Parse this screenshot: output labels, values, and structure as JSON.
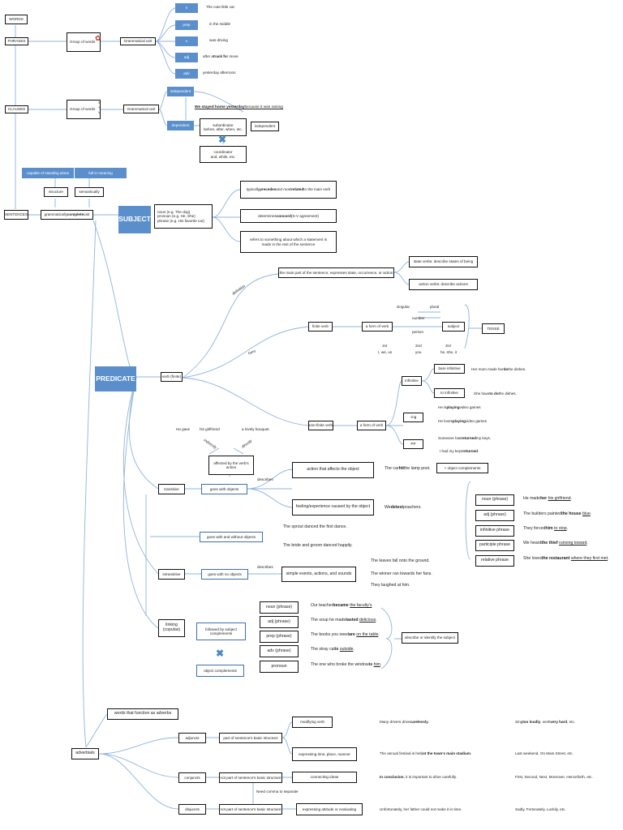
{
  "nodes": {
    "words": "WORDS",
    "phrases": "PHRASES",
    "clauses": "CLAUSES",
    "sentences": "SENTENCES",
    "group_of_words_1": "Group of words",
    "group_of_words_2": "Group of words",
    "grammatical_unit_1": "Grammatical unit",
    "grammatical_unit_2": "Grammatical unit",
    "pos_n": "n",
    "pos_prep": "prep",
    "pos_v": "v",
    "pos_adj": "adj",
    "pos_adv": "adv",
    "ex_n": "The cute little cat",
    "ex_prep": "in the middle",
    "ex_v": "was driving",
    "ex_adj_pre": "after a ",
    "ex_adj_bold": "track fo",
    "ex_adj_post": "r move",
    "ex_adv": "yesterday afternoon",
    "independent_1": "independent",
    "dependent": "dependent",
    "clause_ex_bold": "We stayed home yesterday",
    "clause_ex_rest": " because it was raining",
    "independent_2": "independent",
    "subordinator": "subordinator",
    "subordinator_list": "before, after, when, etc.",
    "coordinator": "coordinator",
    "coordinator_list": "and, while, etc.",
    "capable": "capable of standing alone",
    "full_meaning": "full in meaning",
    "structure": "structure",
    "semantically": "semantically",
    "gram_complete_pre": "grammatically ",
    "gram_complete_bold": "complete",
    "gram_complete_post": " unit",
    "subject": "SUBJECT",
    "subj_line1": "noun (e.g. The dog)",
    "subj_line2": "pronoun (e.g. He, She)",
    "subj_line3": "phrase (e.g. His favorite car)",
    "subj_desc1_pre": "typically ",
    "subj_desc1_b1": "precedes",
    "subj_desc1_mid": " and most ",
    "subj_desc1_b2": "related",
    "subj_desc1_post": " to the main verb",
    "subj_desc2_pre": "determines ",
    "subj_desc2_bold": "concord",
    "subj_desc2_post": " (S-V agreement)",
    "subj_desc3": "refers to something about which a statement is made in the rest of the sentence",
    "predicate": "PREDICATE",
    "definition_label": "definition",
    "form_label": "form",
    "pred_def": "the main part of the sentence; expresses state, occurrence, or action",
    "state_verbs": "state verbs: describe states of being",
    "action_verbs": "action verbs: describe actions",
    "verbs_finite": "verb (finite)",
    "finite_verb": "finite verb",
    "a_form_of_verb_1": "a form of verb",
    "subject_box": "subject",
    "tense": "TENSE",
    "singular": "singular",
    "plural": "plural",
    "number": "number",
    "person": "person",
    "p1": "1st",
    "p1_ex": "I, we, us",
    "p2": "2nd",
    "p2_ex": "you",
    "p3": "3rd",
    "p3_ex": "he, she, it",
    "non_finite_verb": "non-finite verb",
    "a_form_of_verb_2": "a form of verb",
    "infinitive": "infinitive",
    "bare_infinitive": "bare infinitive",
    "to_infinitive": "to infinitive",
    "ing": "-ing",
    "pp": "PP",
    "ex_bare_pre": "Her mom made her ",
    "ex_bare_bold": "do",
    "ex_bare_post": " the dishes.",
    "ex_to_pre": "She have ",
    "ex_to_bold": "to do",
    "ex_to_post": " the dishes.",
    "ex_ing1_pre": "He is ",
    "ex_ing1_bold": "playing",
    "ex_ing1_post": " video games",
    "ex_ing2_pre": "He loves ",
    "ex_ing2_bold": "playing",
    "ex_ing2_post": " video games",
    "ex_pp1_pre": "Someone has ",
    "ex_pp1_bold": "returned",
    "ex_pp1_post": " my keys.",
    "ex_pp2_pre": "I had my keys ",
    "ex_pp2_bold": "returned",
    "ex_pp2_post": ".",
    "he_gave": "He gave",
    "his_girlfriend": "his girlfriend",
    "lovely_bouquet": "a lovely bouquet.",
    "indirectly": "indirectly",
    "directly": "directly",
    "affected": "affected by the verb's action",
    "transitive": "transitive",
    "goes_with_objects": "goes with objects",
    "describes_1": "describes",
    "action_affects": "action that affects the object",
    "feeling_exp": "feeling/experience caused by the object",
    "car_hit_pre": "The car ",
    "car_hit_bold": "hit",
    "car_hit_post": " the lamp post.",
    "detest_pre": "We ",
    "detest_bold": "detest",
    "detest_post": " poachers.",
    "obj_complements_plus": "+ object complements",
    "oc_noun": "noun (phrase)",
    "oc_adj": "adj (phrase)",
    "oc_inf": "infinitive phrase",
    "oc_part": "participle phrase",
    "oc_rel": "relative phrase",
    "oc_ex1_pre": "He made ",
    "oc_ex1_b": "her",
    "oc_ex1_u": "his girlfriend",
    "oc_ex1_post": ".",
    "oc_ex2_pre": "The builders painted ",
    "oc_ex2_b": "the house",
    "oc_ex2_u": "blue",
    "oc_ex2_post": ".",
    "oc_ex3_pre": "They forced ",
    "oc_ex3_b": "him",
    "oc_ex3_u": "to stop",
    "oc_ex3_post": ".",
    "oc_ex4_pre": "We heard ",
    "oc_ex4_b": "the thief",
    "oc_ex4_u": "running toward",
    "oc_ex4_post": ".",
    "oc_ex5_pre": "She loves ",
    "oc_ex5_b": "the restaurant",
    "oc_ex5_u": "where they first met",
    "oc_ex5_post": ".",
    "goes_with_without": "goes with and without objects",
    "sprout": "The sprout danced the first dance.",
    "bride": "The bride and groom danced happily.",
    "intransitive": "intransitive",
    "goes_with_no": "goes with no objects",
    "describes_2": "describes",
    "simple_events": "simple events, actions, and sounds",
    "leaves": "The leaves fall onto the ground.",
    "winner": "The winner ran towards her fans.",
    "laughed": "They laughed at him.",
    "linking": "linking (copulas)",
    "followed_by": "followed by subject complements",
    "object_complements": "object complements",
    "sc_noun": "noun (phrase)",
    "sc_adj": "adj (phrase)",
    "sc_prep": "prep (phrase)",
    "sc_adv": "adv (phrase)",
    "sc_pron": "pronoun",
    "sc_ex1_pre": "Our teacher ",
    "sc_ex1_b": "became",
    "sc_ex1_u": "the faculty's",
    "sc_ex2_pre": "The soup he made ",
    "sc_ex2_b": "tasted",
    "sc_ex2_u": "delicious",
    "sc_ex3_pre": "The books you need ",
    "sc_ex3_b": "are",
    "sc_ex3_u": "on the table",
    "sc_ex4_pre": "The stray cat ",
    "sc_ex4_b": "is",
    "sc_ex4_u": "outside",
    "sc_ex5_pre": "The one who broke the window ",
    "sc_ex5_b": "is",
    "sc_ex5_u": "him",
    "describe_identify": "describe or identify the subject",
    "words_adverbs": "words that function as adverbs",
    "adverbials": "adverbials",
    "adjuncts": "adjuncts",
    "conjuncts": "conjuncts",
    "disjuncts": "disjuncts",
    "part_of_1": "part of sentence's basic structure",
    "not_part_1": "not part of sentence's basic structure",
    "not_part_2": "not part of sentence's basic structure",
    "need_comma": "Need comma to separate",
    "modifying_verb": "modifying verb",
    "expressing_time": "expressing time, place, manner",
    "connecting_ideas": "connecting ideas",
    "expressing_attitude": "expressing attitude or evaluating",
    "adv_ex1_pre": "Many drivers drive ",
    "adv_ex1_b": "carelessly",
    "adv_ex1_post": ".",
    "adv_ex2_pre": "The annual festival is held ",
    "adv_ex2_b": "at the town's main stadium",
    "adv_ex2_post": ".",
    "adv_ex3_b": "In conclusion",
    "adv_ex3_post": ", it is important to drive carefully.",
    "adv_ex4": "Unfortunately, her father could not make it in time.",
    "adv_side1_pre": "Sing ",
    "adv_side1_b1": "too loudly",
    "adv_side1_mid": ", work ",
    "adv_side1_b2": "very hard",
    "adv_side1_post": ", etc.",
    "adv_side2": "Last weekend, On Main Street,  etc.",
    "adv_side3": "First, Second, Next, Moreover, Henceforth, etc.",
    "adv_side4": "Sadly, Fortunately, Luckily, etc."
  },
  "colors": {
    "accent": "#5b8fcc",
    "line": "#8fb4dd",
    "border": "#111111",
    "cross": "#4a86c8"
  }
}
